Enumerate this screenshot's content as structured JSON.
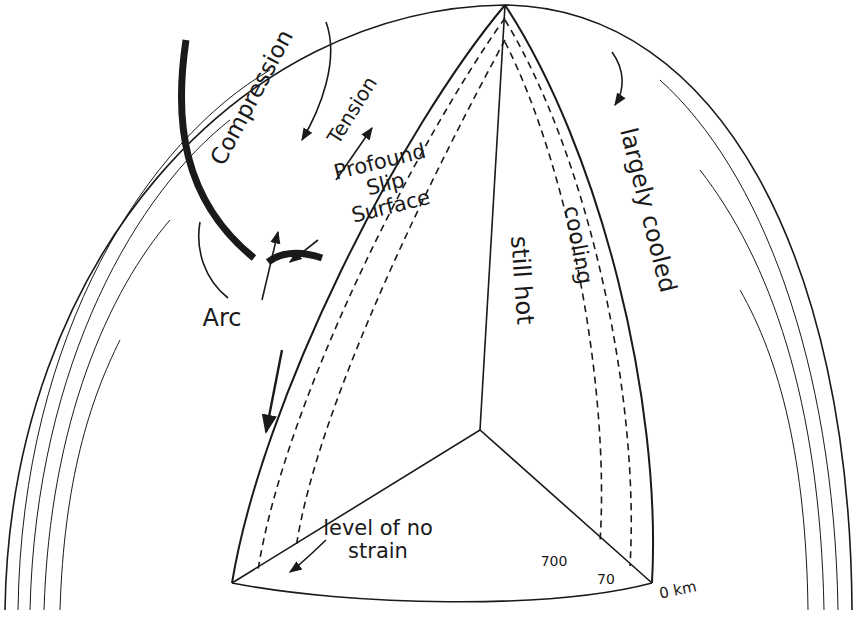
{
  "diagram": {
    "labels": [
      "Compression",
      "Tension",
      "Arc",
      "Profound Slip Surface",
      "largely cooled",
      "cooling",
      "still hot",
      "level of no strain",
      "700",
      "70",
      "0 km"
    ]
  }
}
